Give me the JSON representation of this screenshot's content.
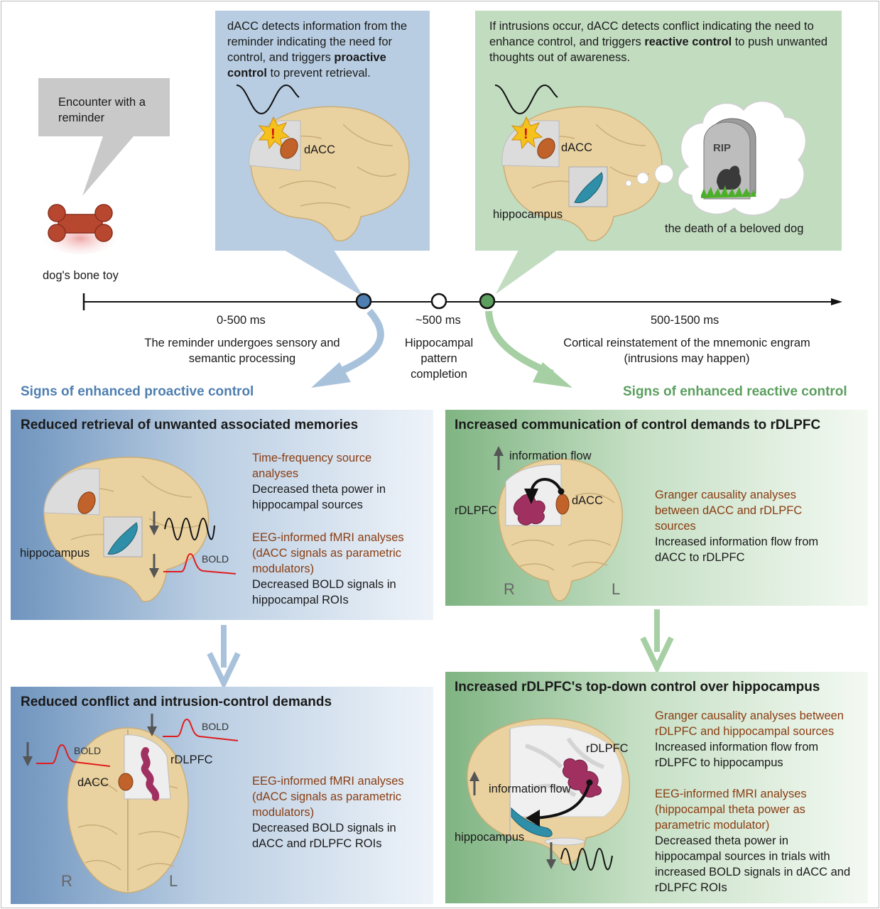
{
  "reminder": {
    "bubble_text": "Encounter with a reminder",
    "object_label": "dog's bone toy"
  },
  "proactive_box": {
    "text_part1": "dACC detects information from the reminder indicating the need for control, and triggers ",
    "text_bold": "proactive control",
    "text_part2": " to prevent retrieval.",
    "dacc_label": "dACC"
  },
  "reactive_box": {
    "text_part1": "If intrusions occur, dACC detects conflict indicating the need to enhance control, and triggers ",
    "text_bold": "reactive control",
    "text_part2": " to push unwanted thoughts out of awareness.",
    "dacc_label": "dACC",
    "hippocampus_label": "hippocampus",
    "thought_caption": "the death of a beloved dog",
    "tombstone_text": "RIP"
  },
  "timeline": {
    "phase1_time": "0-500 ms",
    "phase1_desc": "The reminder undergoes sensory and semantic processing",
    "phase2_time": "~500 ms",
    "phase2_desc": "Hippocampal pattern completion",
    "phase3_time": "500-1500 ms",
    "phase3_desc": "Cortical reinstatement of the mnemonic engram (intrusions may happen)"
  },
  "headings": {
    "proactive": "Signs of enhanced proactive control",
    "reactive": "Signs of enhanced reactive control"
  },
  "panel_a": {
    "title": "Reduced retrieval of unwanted associated memories",
    "method1": "Time-frequency source analyses",
    "result1": "Decreased theta power in hippocampal sources",
    "method2": "EEG-informed fMRI analyses (dACC signals as parametric modulators)",
    "result2": "Decreased BOLD signals in hippocampal ROIs",
    "hippocampus_label": "hippocampus",
    "bold_label": "BOLD"
  },
  "panel_b": {
    "title": "Reduced conflict and intrusion-control demands",
    "method1": "EEG-informed fMRI analyses (dACC signals as parametric modulators)",
    "result1": "Decreased BOLD signals in dACC and rDLPFC ROIs",
    "bold_label_1": "BOLD",
    "bold_label_2": "BOLD",
    "dacc_label": "dACC",
    "rdlpfc_label": "rDLPFC",
    "right_label": "R",
    "left_label": "L"
  },
  "panel_c": {
    "title": "Increased communication of control demands to rDLPFC",
    "method1": "Granger causality analyses between dACC and rDLPFC sources",
    "result1": "Increased information flow from dACC to rDLPFC",
    "flow_label": "information flow",
    "rdlpfc_label": "rDLPFC",
    "dacc_label": "dACC",
    "right_label": "R",
    "left_label": "L"
  },
  "panel_d": {
    "title": "Increased rDLPFC's top-down control over hippocampus",
    "method1": "Granger causality analyses between rDLPFC and hippocampal sources",
    "result1": "Increased information flow from rDLPFC to hippocampus",
    "method2": "EEG-informed fMRI analyses (hippocampal theta power as parametric modulator)",
    "result2": "Decreased theta power in hippocampal sources in trials with increased BOLD signals in dACC and rDLPFC ROIs",
    "rdlpfc_label": "rDLPFC",
    "flow_label": "information flow",
    "hippocampus_label": "hippocampus"
  },
  "colors": {
    "blue_accent": "#4f7fb0",
    "green_accent": "#5c9f5f",
    "method_text": "#8a3d12",
    "bold_curve": "#e01d1d",
    "brain": "#ead2a0",
    "dacc": "#c0622a",
    "hippocampus": "#2f8fa8",
    "rdlpfc": "#a03060"
  }
}
